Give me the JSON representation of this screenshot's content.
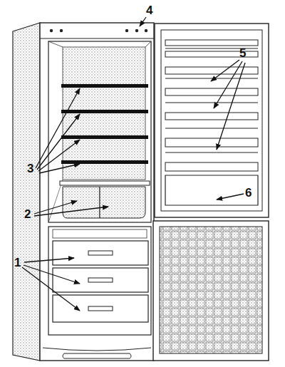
{
  "diagram": {
    "labels": [
      "4",
      "5",
      "3",
      "2",
      "6",
      "1"
    ]
  }
}
